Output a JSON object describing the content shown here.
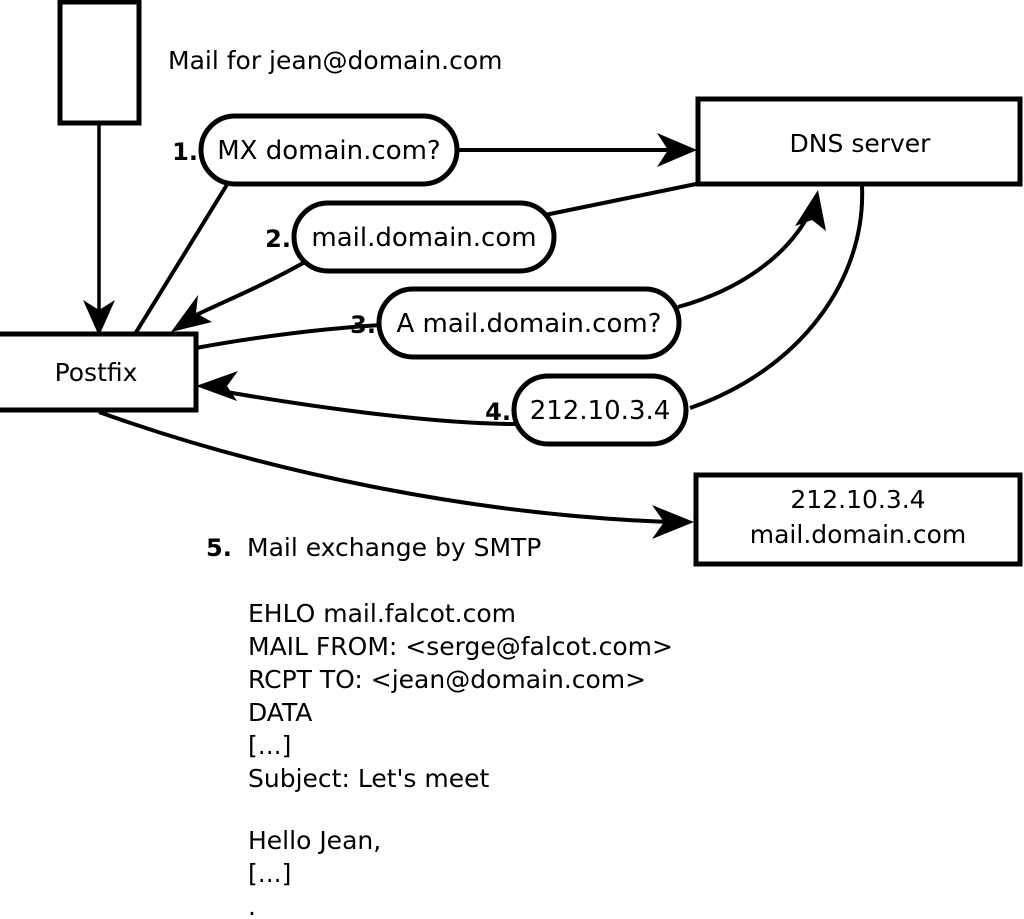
{
  "diagram": {
    "title": "Mail for jean@domain.com",
    "nodes": {
      "mail_source": {
        "label": ""
      },
      "postfix": {
        "label": "Postfix"
      },
      "dns_server": {
        "label": "DNS server"
      },
      "target_server": {
        "line1": "212.10.3.4",
        "line2": "mail.domain.com"
      }
    },
    "steps": [
      {
        "num": "1.",
        "label": "MX domain.com?"
      },
      {
        "num": "2.",
        "label": "mail.domain.com"
      },
      {
        "num": "3.",
        "label": "A mail.domain.com?"
      },
      {
        "num": "4.",
        "label": "212.10.3.4"
      }
    ],
    "step5": {
      "num": "5.",
      "label": "Mail exchange by SMTP"
    },
    "smtp_transcript": [
      "EHLO mail.falcot.com",
      "MAIL FROM: <serge@falcot.com>",
      "RCPT TO: <jean@domain.com>",
      "DATA",
      "[...]",
      "Subject: Let's meet",
      "",
      "Hello Jean,",
      "[...]",
      "."
    ],
    "colors": {
      "stroke": "#000000",
      "fill": "#ffffff",
      "background": "#ffffff"
    }
  }
}
